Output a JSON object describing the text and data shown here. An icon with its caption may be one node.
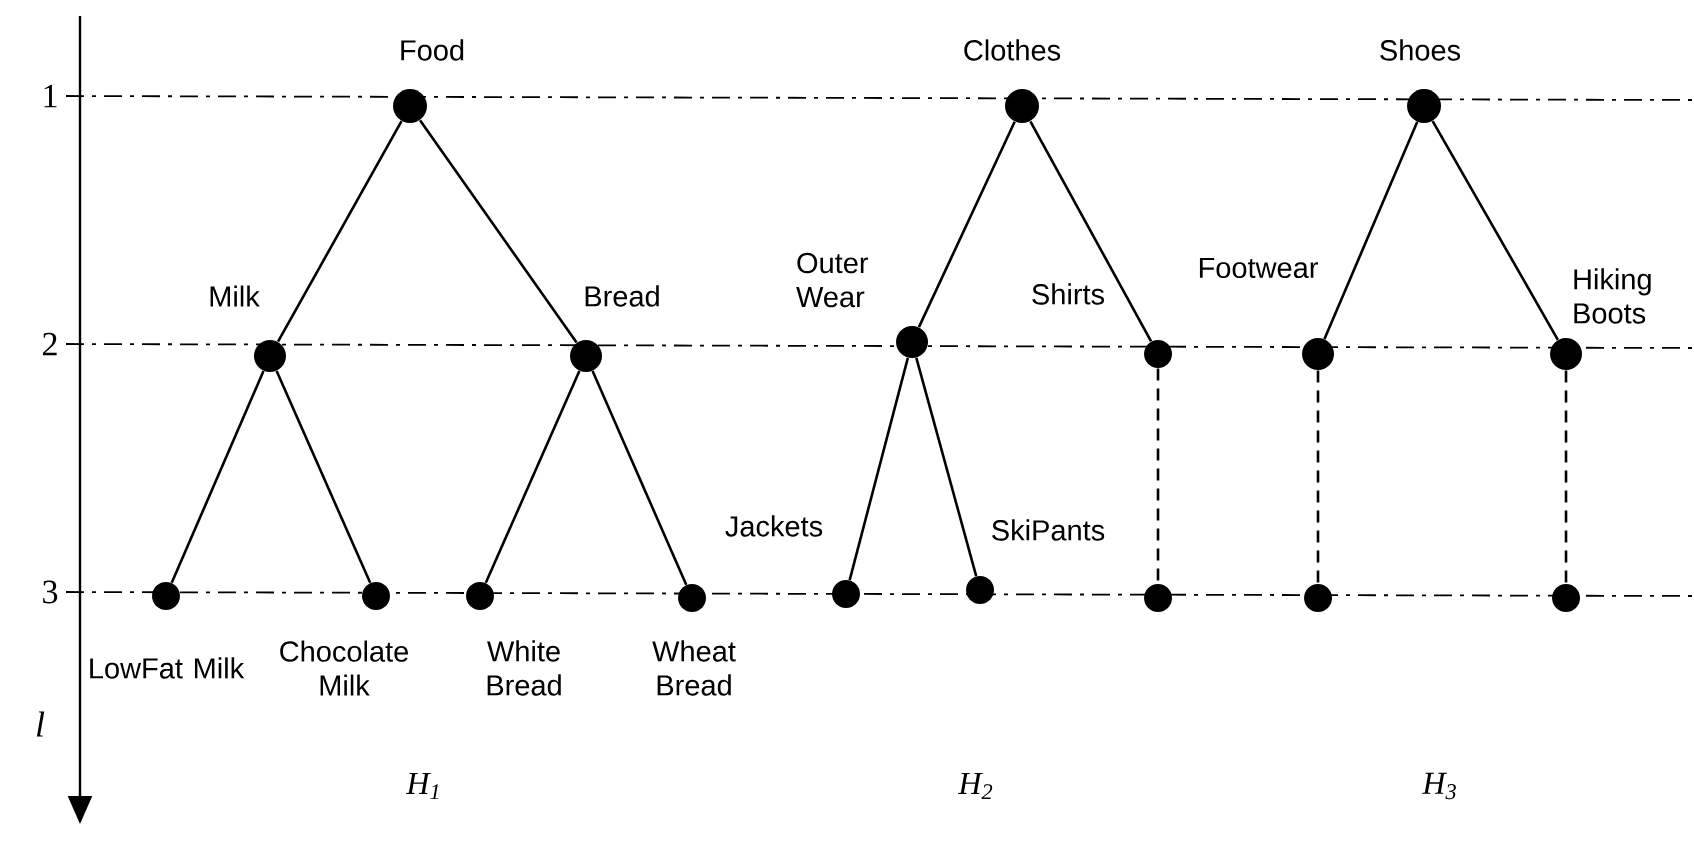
{
  "diagram": {
    "nodes": [
      {
        "text": [],
        "shape": "circle",
        "beside": [
          "Food"
        ]
      },
      {
        "text": [],
        "shape": "circle",
        "beside": [
          "Milk"
        ]
      },
      {
        "text": [],
        "shape": "circle",
        "beside": [
          "Bread"
        ]
      },
      {
        "text": [],
        "shape": "circle",
        "beside": [
          "LowFat Milk"
        ]
      },
      {
        "text": [],
        "shape": "circle",
        "beside": [
          "Chocolate Milk"
        ]
      },
      {
        "text": [],
        "shape": "circle",
        "beside": [
          "White Bread"
        ]
      },
      {
        "text": [],
        "shape": "circle",
        "beside": [
          "Wheat Bread"
        ]
      },
      {
        "text": [],
        "shape": "circle",
        "beside": [
          "Clothes"
        ]
      },
      {
        "text": [],
        "shape": "circle",
        "beside": [
          "Outer Wear"
        ]
      },
      {
        "text": [],
        "shape": "circle",
        "beside": [
          "Shirts"
        ]
      },
      {
        "text": [],
        "shape": "circle",
        "beside": [
          "Jackets"
        ]
      },
      {
        "text": [],
        "shape": "circle",
        "beside": [
          "SkiPants"
        ]
      },
      {
        "text": [],
        "shape": "circle"
      },
      {
        "text": [],
        "shape": "circle",
        "beside": [
          "Shoes"
        ]
      },
      {
        "text": [],
        "shape": "circle",
        "beside": [
          "Footwear"
        ]
      },
      {
        "text": [],
        "shape": "circle",
        "beside": [
          "Hiking Boots"
        ]
      },
      {
        "text": [],
        "shape": "circle"
      },
      {
        "text": [],
        "shape": "circle"
      }
    ],
    "edges": [
      {
        "from": 0,
        "to": 1,
        "arrow": "none"
      },
      {
        "from": 0,
        "to": 2,
        "arrow": "none"
      },
      {
        "from": 1,
        "to": 3,
        "arrow": "none"
      },
      {
        "from": 1,
        "to": 4,
        "arrow": "none"
      },
      {
        "from": 2,
        "to": 5,
        "arrow": "none"
      },
      {
        "from": 2,
        "to": 6,
        "arrow": "none"
      },
      {
        "from": 7,
        "to": 8,
        "arrow": "none"
      },
      {
        "from": 7,
        "to": 9,
        "arrow": "none"
      },
      {
        "from": 8,
        "to": 10,
        "arrow": "none"
      },
      {
        "from": 8,
        "to": 11,
        "arrow": "none"
      },
      {
        "from": 9,
        "to": 12,
        "arrow": "none",
        "style": "dashed"
      },
      {
        "from": 13,
        "to": 14,
        "arrow": "none"
      },
      {
        "from": 13,
        "to": 15,
        "arrow": "none"
      },
      {
        "from": 14,
        "to": 16,
        "arrow": "none",
        "style": "dashed"
      },
      {
        "from": 15,
        "to": 17,
        "arrow": "none",
        "style": "dashed"
      }
    ],
    "labels": [
      "1",
      "2",
      "3",
      "l",
      "H$_{1}$",
      "H$_{2}$",
      "H$_{3}$"
    ]
  }
}
